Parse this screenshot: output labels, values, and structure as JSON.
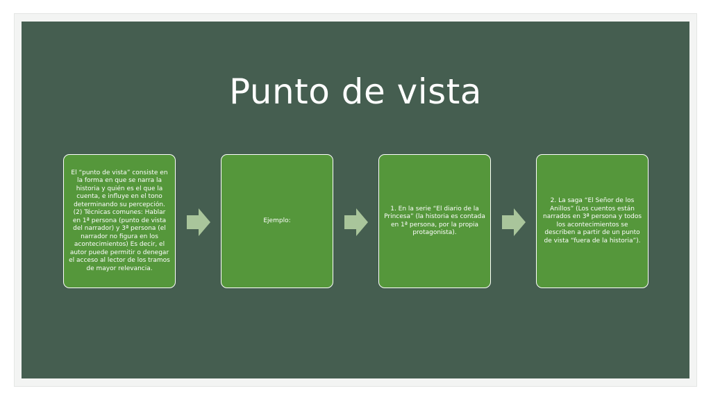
{
  "slide": {
    "title": "Punto de vista",
    "boxes": [
      {
        "text": "El “punto de vista” consiste en la forma en que se narra la historia y quién es el que la cuenta, e influye en el tono determinando su percepción. (2) Técnicas comunes: Hablar en 1ª persona (punto de vista del narrador) y 3ª persona (el narrador no figura en los acontecimientos) Es decir, el autor puede permitir o denegar el acceso al lector de los tramos de mayor relevancia."
      },
      {
        "text": "Ejemplo:"
      },
      {
        "text": "1. En la serie “El diario de la Princesa” (la historia es contada en 1ª persona, por la propia protagonista)."
      },
      {
        "text": "2. La saga “El Señor de los Anillos” (Los cuentos están narrados en 3ª persona y todos los acontecimientos se describen a partir de un punto de vista “fuera de la historia”)."
      }
    ],
    "arrow_icon": "right-arrow-icon"
  },
  "colors": {
    "slide_background": "#455e50",
    "box_fill": "#55973b",
    "arrow_fill": "#a9c59b",
    "text": "#ffffff"
  }
}
